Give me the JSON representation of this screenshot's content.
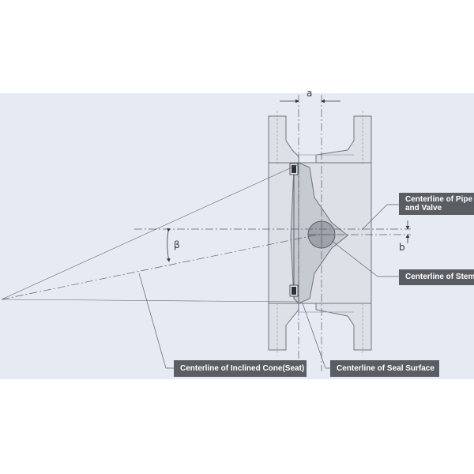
{
  "dimensions": {
    "a": "a",
    "b": "b",
    "beta": "β"
  },
  "callouts": {
    "pipe_valve_line1": "Centerline of Pipe",
    "pipe_valve_line2": "and Valve",
    "stem": "Centerline of Stem",
    "inclined_cone": "Centerline of Inclined Cone(Seat)",
    "seal_surface": "Centerline of Seal Surface"
  },
  "colors": {
    "background_panel": "#e6ebf3",
    "valve_body": "#dde1e7",
    "disc": "#c6cad1",
    "outline": "#6f757e",
    "callout_box": "#5a5d62",
    "callout_text": "#ffffff"
  }
}
